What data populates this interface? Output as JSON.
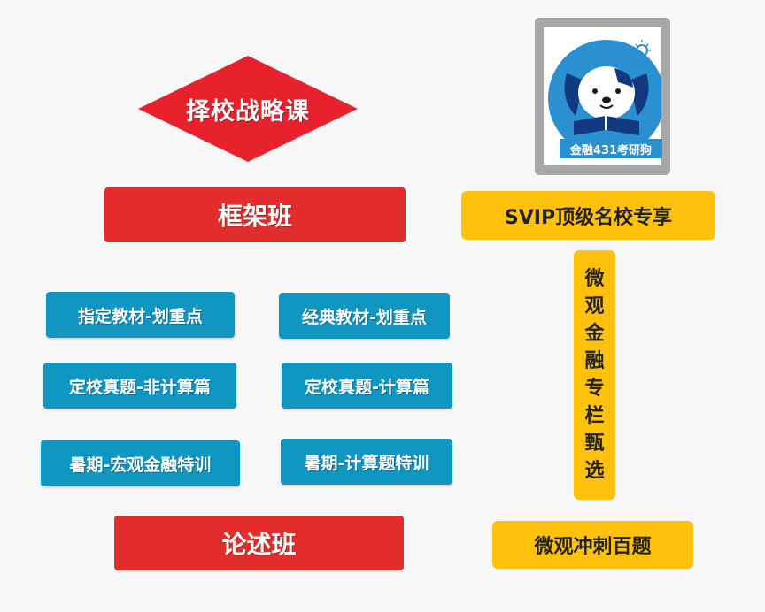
{
  "diamond": {
    "label": "择校战略课",
    "color": "#e8222d"
  },
  "framework_class": {
    "label": "框架班"
  },
  "essay_class": {
    "label": "论述班"
  },
  "left_modules": [
    "指定教材-划重点",
    "经典教材-划重点",
    "定校真题-非计算篇",
    "定校真题-计算篇",
    "暑期-宏观金融特训",
    "暑期-计算题特训"
  ],
  "svip": {
    "label": "SVIP顶级名校专享"
  },
  "micro_column": {
    "chars": [
      "微",
      "观",
      "金",
      "融",
      "专",
      "栏",
      "甄",
      "选"
    ]
  },
  "micro_sprint": {
    "label": "微观冲刺百题"
  },
  "logo": {
    "caption": "金融431考研狗",
    "icon": "dog-mascot-with-lightbulb"
  },
  "colors": {
    "red": "#e32c2c",
    "blue": "#0f97c2",
    "gold": "#fec10d",
    "logo_blue": "#2a90cf"
  }
}
